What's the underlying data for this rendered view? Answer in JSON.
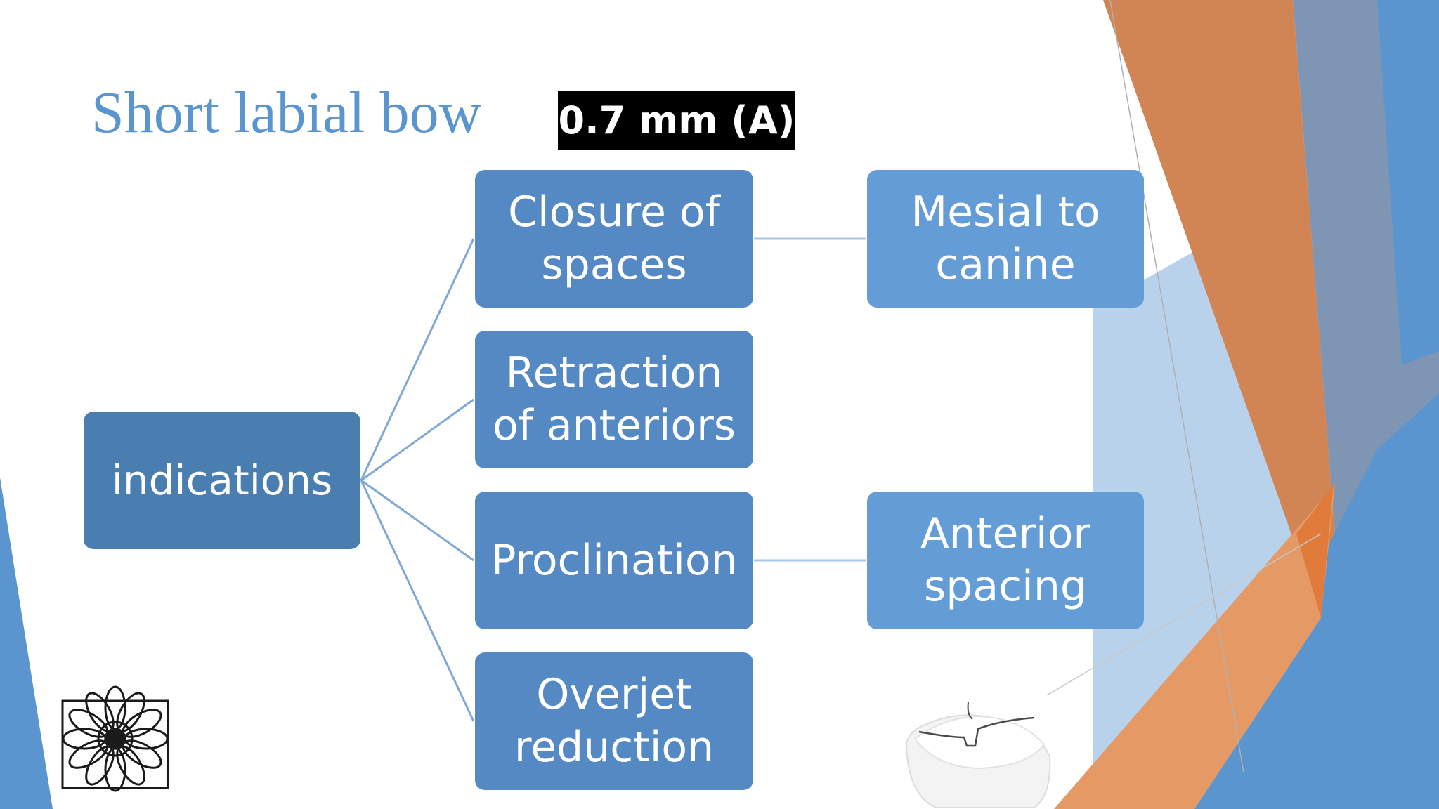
{
  "slide": {
    "title": "Short labial bow",
    "wire_label": "0.7 mm (A)"
  },
  "diagram": {
    "root": "indications",
    "branches": [
      {
        "label": "Closure of\nspaces",
        "detail": "Mesial to\ncanine"
      },
      {
        "label": "Retraction\nof anteriors",
        "detail": null
      },
      {
        "label": "Proclination",
        "detail": "Anterior\nspacing"
      },
      {
        "label": "Overjet\nreduction",
        "detail": null
      }
    ]
  },
  "images": {
    "logo": "university-emblem",
    "photo": "removable-appliance-with-short-labial-bow"
  },
  "colors": {
    "title": "#5b95cf",
    "root_node": "#4a7eb0",
    "branch_node": "#5589c4",
    "detail_node": "#649cd6",
    "connector": "#7fa8d4",
    "accent_orange": "#e07b3c",
    "accent_blue": "#5b95cf"
  }
}
